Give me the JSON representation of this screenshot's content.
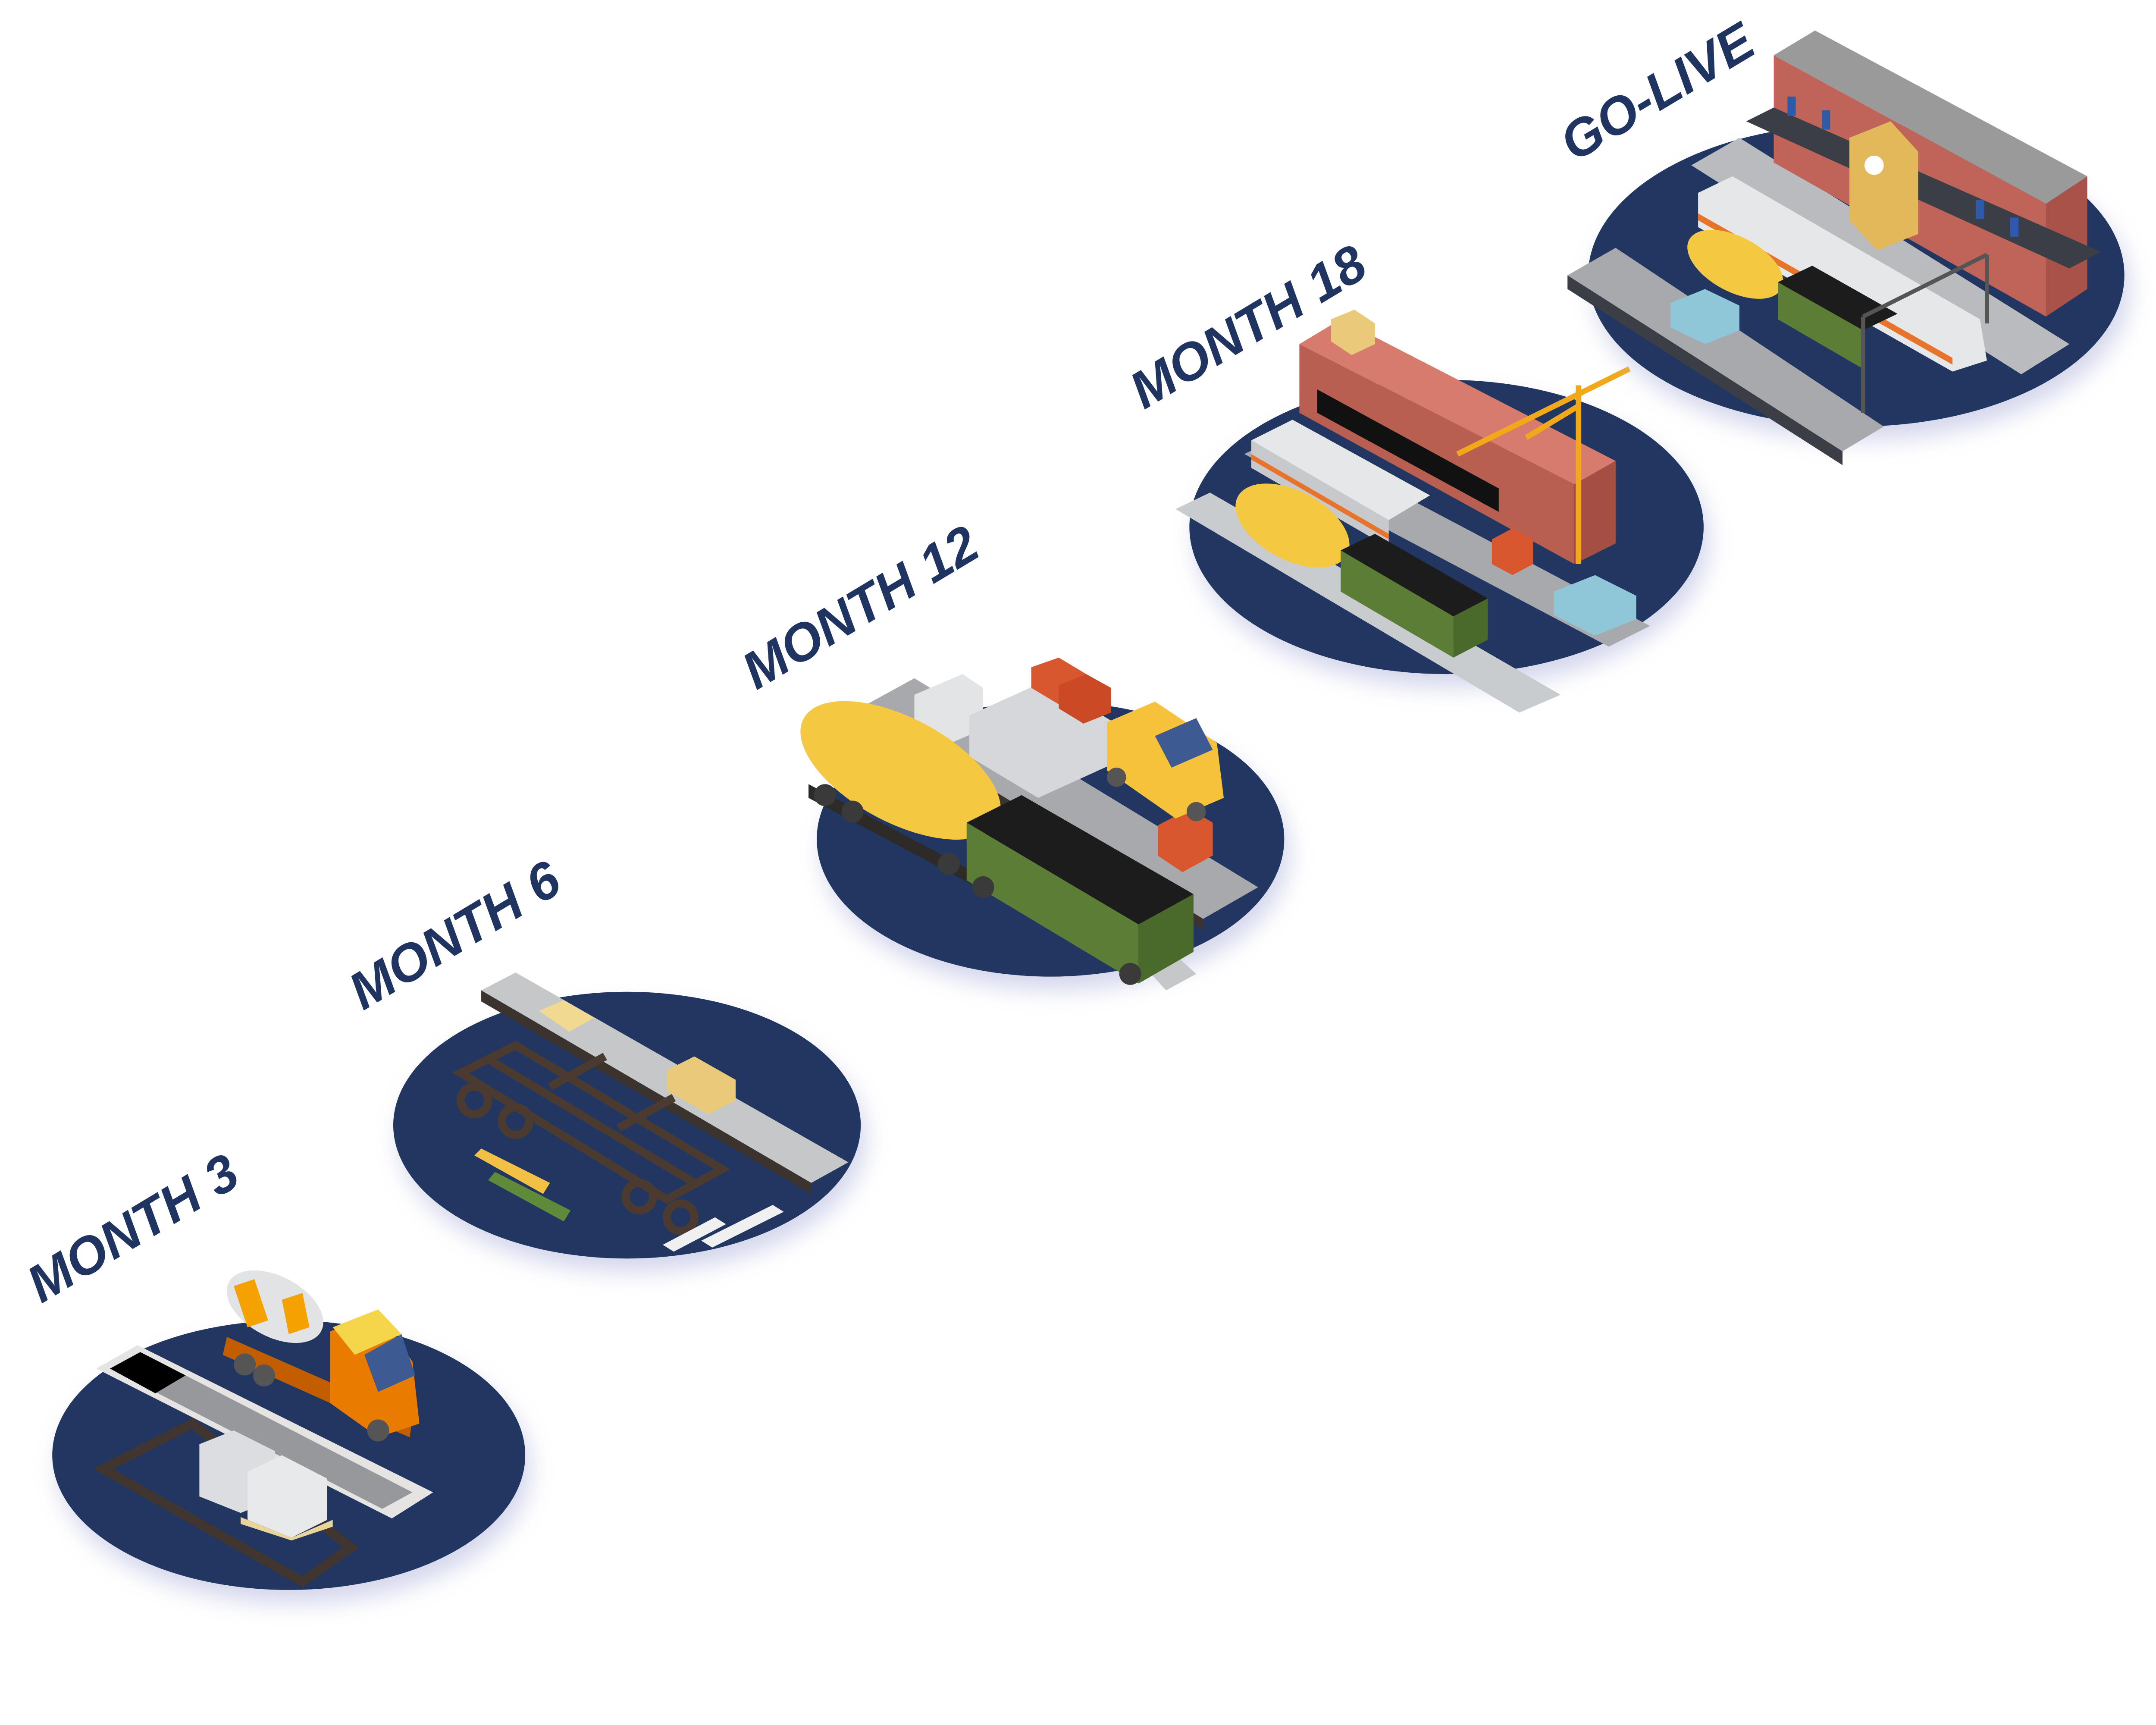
{
  "title": "Railway station construction timeline",
  "colors": {
    "disc": "#213660",
    "label": "#1f3461",
    "platform": "#9a9c9f",
    "yellow": "#f5c842",
    "green": "#5f7f3a",
    "brick": "#c0645a"
  },
  "stages": [
    {
      "label": "MONTH 3",
      "scene": "excavation-and-concrete-mixer"
    },
    {
      "label": "MONTH 6",
      "scene": "wagon-chassis-and-platform"
    },
    {
      "label": "MONTH 12",
      "scene": "tank-car-hopper-and-materials"
    },
    {
      "label": "MONTH 18",
      "scene": "station-building-under-crane"
    },
    {
      "label": "GO-LIVE",
      "scene": "completed-station-with-trains"
    }
  ]
}
